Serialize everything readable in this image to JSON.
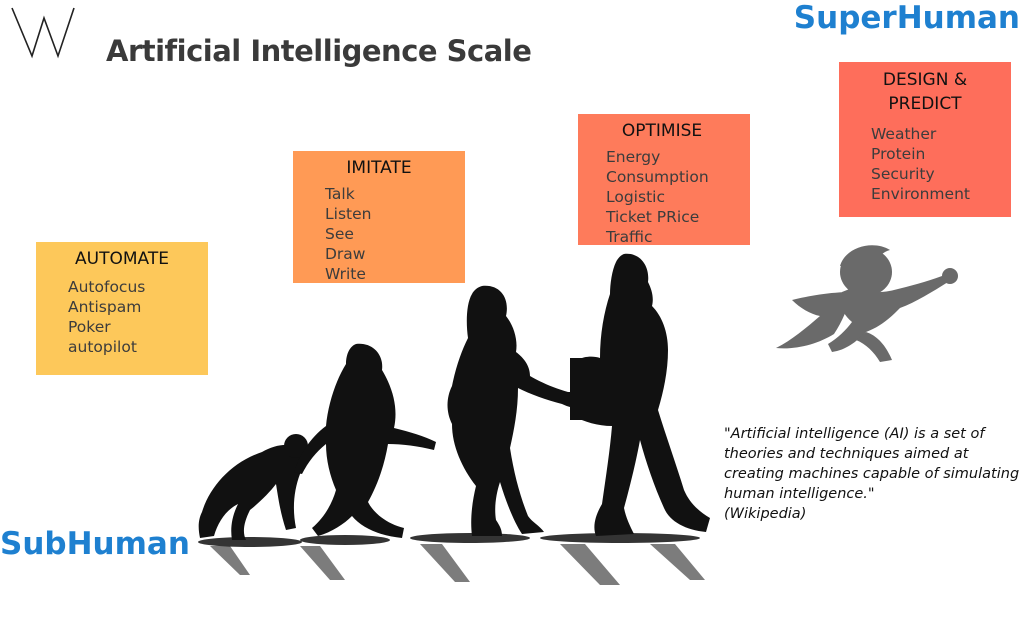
{
  "title": "Artificial Intelligence Scale",
  "scale": {
    "top_label": "SuperHuman",
    "bottom_label": "SubHuman"
  },
  "stages": [
    {
      "name": "AUTOMATE",
      "items": [
        "Autofocus",
        "Antispam",
        "Poker",
        "autopilot"
      ],
      "color": "#fdc85a"
    },
    {
      "name": "IMITATE",
      "items": [
        "Talk",
        "Listen",
        "See",
        "Draw",
        "Write"
      ],
      "color": "#ff9a55"
    },
    {
      "name": "OPTIMISE",
      "items": [
        "Energy",
        "Consumption",
        "Logistic",
        "Ticket PRice",
        "Traffic"
      ],
      "color": "#fe7b5b"
    },
    {
      "name_line1": "DESIGN &",
      "name_line2": "PREDICT",
      "items": [
        "Weather",
        "Protein",
        "Security",
        "Environment"
      ],
      "color": "#fe6e5b"
    }
  ],
  "quote": {
    "text": "\"Artificial intelligence (AI) is a set of theories and techniques aimed at creating machines capable of simulating human intelligence.\"",
    "source": "(Wikipedia)"
  },
  "colors": {
    "brand_blue": "#1e80d0",
    "title_gray": "#3a3a3a",
    "silhouette": "#111111",
    "superhero": "#6a6a6a"
  },
  "icons": {
    "logo": "w-logo-icon",
    "figures": "evolution-silhouettes-icon",
    "superhero": "flying-superhero-icon"
  }
}
